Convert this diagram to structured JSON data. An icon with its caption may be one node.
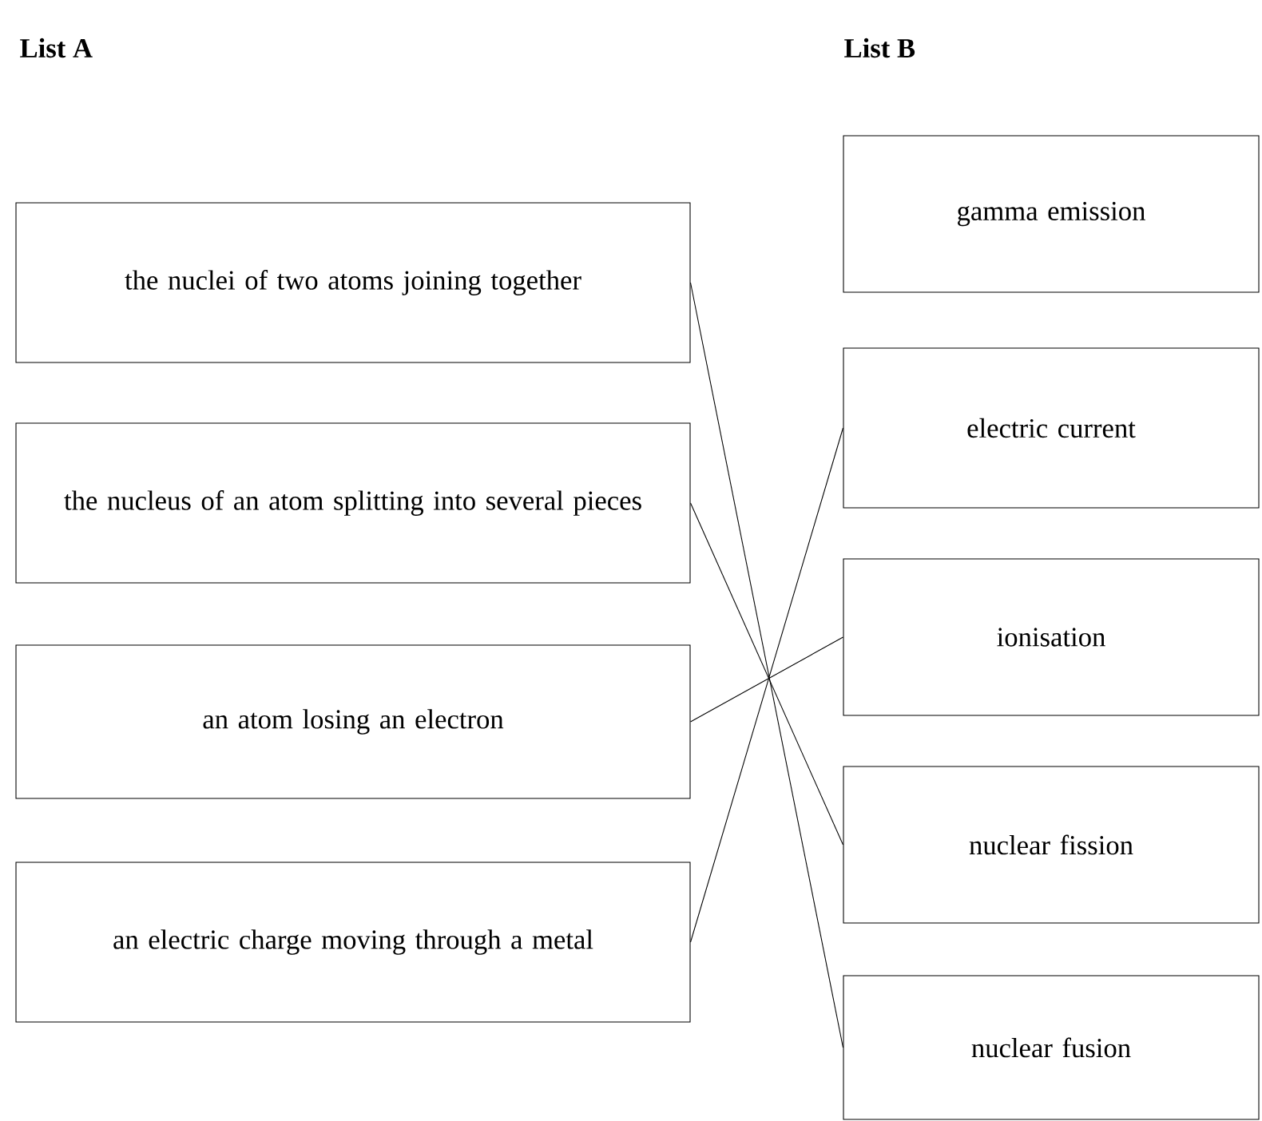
{
  "diagram": {
    "nodes": [
      {
        "text": [
          "the nuclei of two atoms joining together"
        ]
      },
      {
        "text": [
          "the nucleus of an atom splitting into several pieces"
        ]
      },
      {
        "text": [
          "an atom losing an electron"
        ]
      },
      {
        "text": [
          "an electric charge moving through a metal"
        ]
      },
      {
        "text": [
          "gamma emission"
        ]
      },
      {
        "text": [
          "electric current"
        ]
      },
      {
        "text": [
          "ionisation"
        ]
      },
      {
        "text": [
          "nuclear fission"
        ]
      },
      {
        "text": [
          "nuclear fusion"
        ]
      }
    ],
    "edges": [
      {
        "from": 0,
        "to": 8,
        "arrow": "none"
      },
      {
        "from": 1,
        "to": 7,
        "arrow": "none"
      },
      {
        "from": 2,
        "to": 6,
        "arrow": "none"
      },
      {
        "from": 3,
        "to": 5,
        "arrow": "none"
      }
    ],
    "labels": [
      "List A",
      "List B"
    ]
  }
}
